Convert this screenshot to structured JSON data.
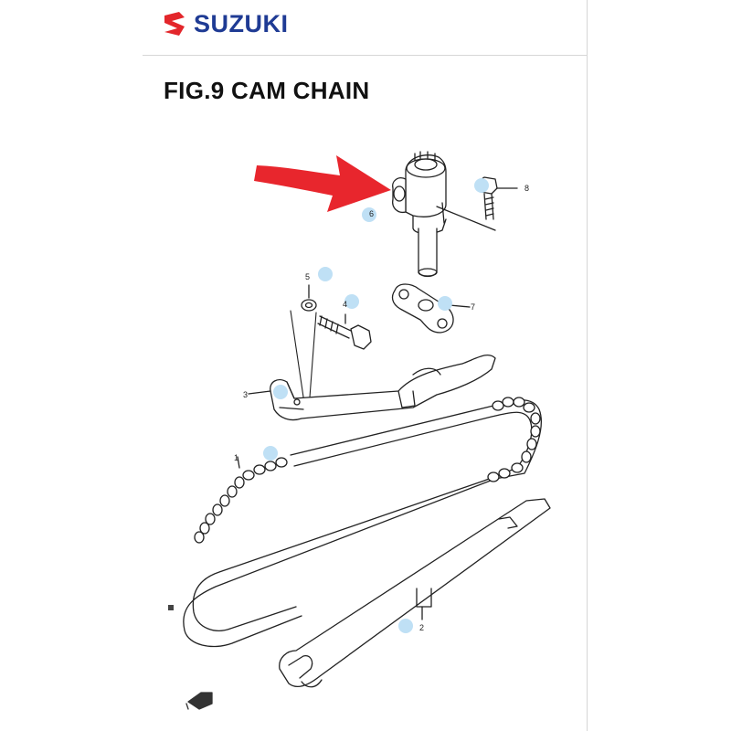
{
  "header": {
    "brand_name": "SUZUKI",
    "brand_color": "#1f3b94",
    "logo_color": "#e3262b",
    "logo_icon": "suzuki-s-logo-icon"
  },
  "figure": {
    "title": "FIG.9 CAM CHAIN",
    "parts": [
      {
        "label": "1",
        "part": "cam-chain"
      },
      {
        "label": "2",
        "part": "chain-guide-rear"
      },
      {
        "label": "3",
        "part": "chain-tensioner-guide"
      },
      {
        "label": "4",
        "part": "bolt"
      },
      {
        "label": "5",
        "part": "washer"
      },
      {
        "label": "6",
        "part": "chain-tensioner-adjuster"
      },
      {
        "label": "7",
        "part": "gasket"
      },
      {
        "label": "8",
        "part": "bolt"
      }
    ],
    "highlight_arrow_color": "#e8262d",
    "marker_dot_color": "#bfe0f5",
    "fwd_icon": "forward-direction-icon"
  }
}
